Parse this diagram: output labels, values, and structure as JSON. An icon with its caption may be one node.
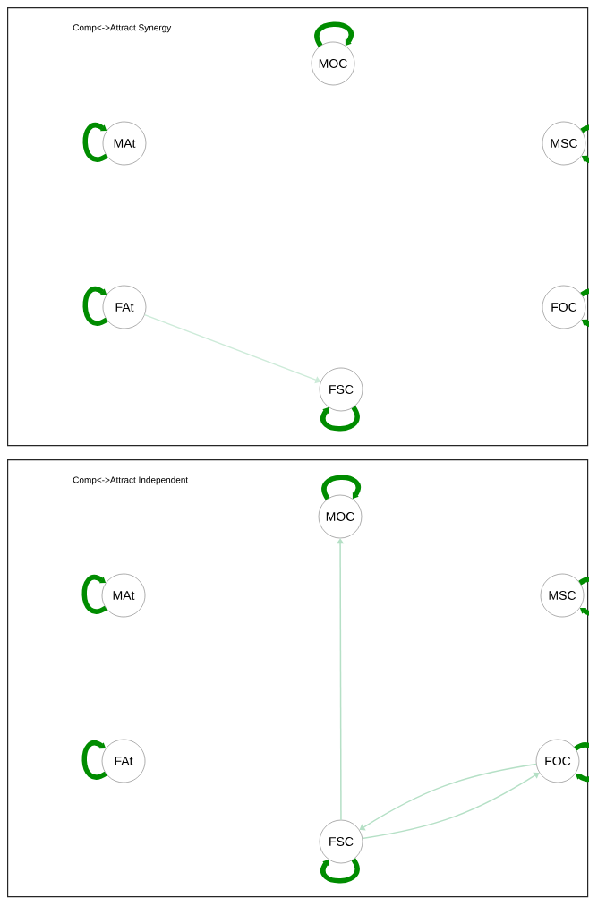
{
  "diagram": {
    "nodes": [
      {
        "text": [
          "Comp<->Attract Synergy"
        ]
      },
      {
        "text": [
          "MOC"
        ],
        "in": 0
      },
      {
        "text": [
          "MAt"
        ],
        "in": 0
      },
      {
        "text": [
          "MSC"
        ],
        "in": 0
      },
      {
        "text": [
          "FAt"
        ],
        "in": 0
      },
      {
        "text": [
          "FOC"
        ],
        "in": 0
      },
      {
        "text": [
          "FSC"
        ],
        "in": 0
      },
      {
        "text": [
          "Comp<->Attract Independent"
        ]
      },
      {
        "text": [
          "MOC"
        ],
        "in": 7
      },
      {
        "text": [
          "MAt"
        ],
        "in": 7
      },
      {
        "text": [
          "MSC"
        ],
        "in": 7
      },
      {
        "text": [
          "FAt"
        ],
        "in": 7
      },
      {
        "text": [
          "FOC"
        ],
        "in": 7
      },
      {
        "text": [
          "FSC"
        ],
        "in": 7
      }
    ],
    "edges": [
      {
        "from": 1,
        "to": 1,
        "arrow": "to"
      },
      {
        "from": 2,
        "to": 2,
        "arrow": "to"
      },
      {
        "from": 3,
        "to": 3,
        "arrow": "to"
      },
      {
        "from": 4,
        "to": 4,
        "arrow": "to"
      },
      {
        "from": 5,
        "to": 5,
        "arrow": "to"
      },
      {
        "from": 6,
        "to": 6,
        "arrow": "to"
      },
      {
        "from": 4,
        "to": 6,
        "arrow": "to",
        "color": "#cdebd9"
      },
      {
        "from": 8,
        "to": 8,
        "arrow": "to"
      },
      {
        "from": 9,
        "to": 9,
        "arrow": "to"
      },
      {
        "from": 10,
        "to": 10,
        "arrow": "to"
      },
      {
        "from": 11,
        "to": 11,
        "arrow": "to"
      },
      {
        "from": 12,
        "to": 12,
        "arrow": "to"
      },
      {
        "from": 13,
        "to": 13,
        "arrow": "to"
      },
      {
        "from": 13,
        "to": 8,
        "arrow": "to",
        "color": "#b5e0c6"
      },
      {
        "from": 12,
        "to": 13,
        "arrow": "to",
        "color": "#b5e0c6"
      },
      {
        "from": 13,
        "to": 12,
        "arrow": "to",
        "color": "#b5e0c6"
      }
    ]
  }
}
